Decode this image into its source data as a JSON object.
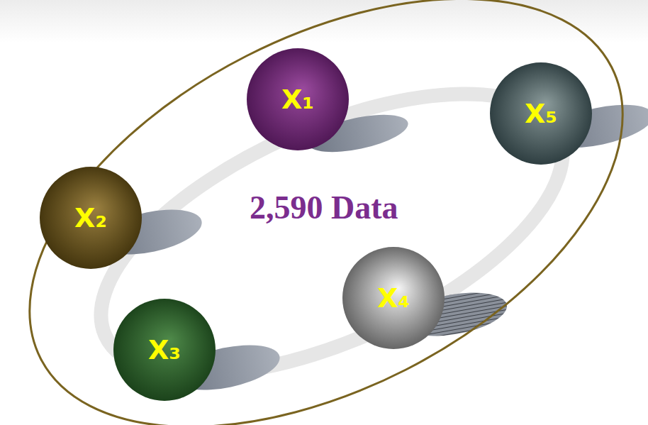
{
  "diagram": {
    "nodes": [
      {
        "text": [
          "2,590 Data"
        ]
      },
      {
        "text": [
          "X₁"
        ],
        "in": 0
      },
      {
        "text": [
          "X₂"
        ],
        "in": 0
      },
      {
        "text": [
          "X₃"
        ],
        "in": 0
      },
      {
        "text": [
          "X₄"
        ],
        "in": 0
      },
      {
        "text": [
          "X₅"
        ],
        "in": 0
      }
    ]
  }
}
